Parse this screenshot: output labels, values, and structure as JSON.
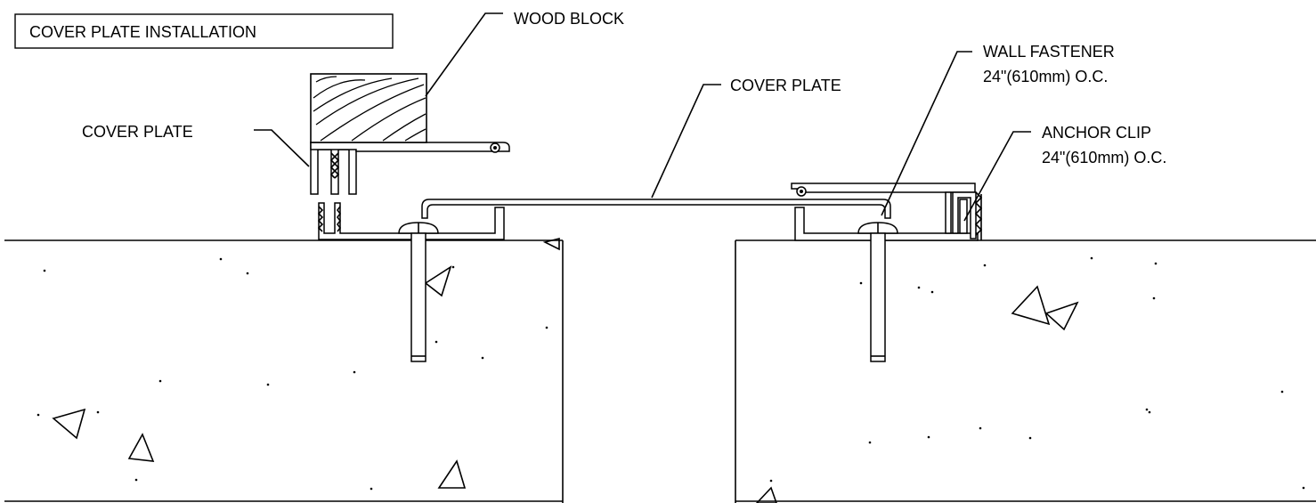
{
  "title": "COVER PLATE INSTALLATION",
  "callouts": {
    "wood_block": "WOOD BLOCK",
    "cover_plate_left": "COVER PLATE",
    "cover_plate_center": "COVER PLATE",
    "wall_fastener_line1": "WALL FASTENER",
    "wall_fastener_line2": "24\"(610mm) O.C.",
    "anchor_clip_line1": "ANCHOR CLIP",
    "anchor_clip_line2": "24\"(610mm) O.C."
  },
  "colors": {
    "line": "#000000",
    "background": "#ffffff"
  }
}
